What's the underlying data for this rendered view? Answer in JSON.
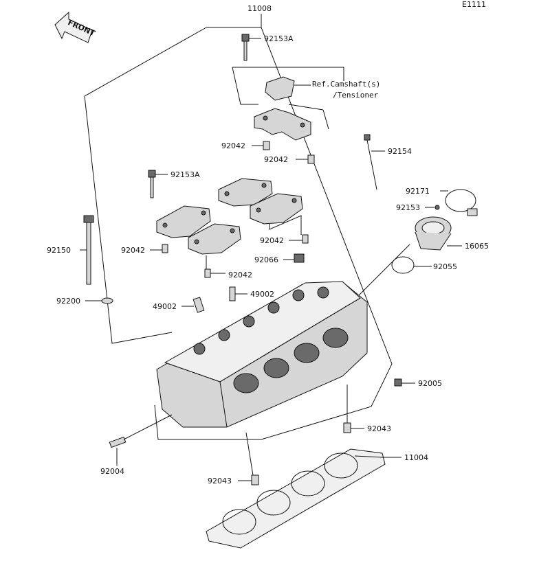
{
  "code": "E1111",
  "front_label": "FRONT",
  "reference": {
    "line1": "Ref.Camshaft(s)",
    "line2": "/Tensioner"
  },
  "callouts": [
    {
      "id": "11008"
    },
    {
      "id": "92153A"
    },
    {
      "id": "92042"
    },
    {
      "id": "92042"
    },
    {
      "id": "92154"
    },
    {
      "id": "92153A"
    },
    {
      "id": "92171"
    },
    {
      "id": "92153"
    },
    {
      "id": "16065"
    },
    {
      "id": "92150"
    },
    {
      "id": "92042"
    },
    {
      "id": "92042"
    },
    {
      "id": "92066"
    },
    {
      "id": "92055"
    },
    {
      "id": "92042"
    },
    {
      "id": "92200"
    },
    {
      "id": "49002"
    },
    {
      "id": "49002"
    },
    {
      "id": "92005"
    },
    {
      "id": "92043"
    },
    {
      "id": "11004"
    },
    {
      "id": "92004"
    },
    {
      "id": "92043"
    }
  ]
}
